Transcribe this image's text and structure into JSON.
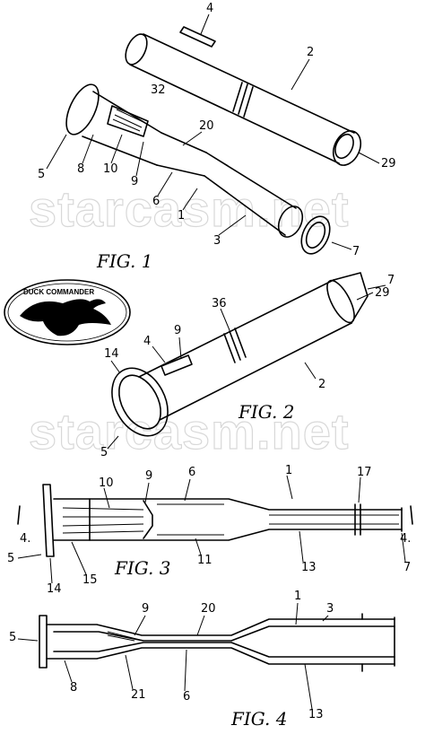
{
  "watermark": "starcasm.net",
  "logo": {
    "text": "DUCK COMMANDER"
  },
  "figures": [
    {
      "id": "fig1",
      "label": "FIG. 1"
    },
    {
      "id": "fig2",
      "label": "FIG. 2"
    },
    {
      "id": "fig3",
      "label": "FIG. 3"
    },
    {
      "id": "fig4",
      "label": "FIG. 4"
    }
  ],
  "refs": {
    "fig1": [
      "4",
      "2",
      "32",
      "20",
      "29",
      "5",
      "8",
      "10",
      "9",
      "6",
      "1",
      "3",
      "7"
    ],
    "fig2": [
      "7",
      "29",
      "36",
      "9",
      "4",
      "14",
      "2",
      "5"
    ],
    "fig3": [
      "1",
      "17",
      "10",
      "9",
      "6",
      "4.",
      "4.",
      "5",
      "11",
      "13",
      "7",
      "14",
      "15"
    ],
    "fig4": [
      "1",
      "20",
      "3",
      "9",
      "5",
      "8",
      "21",
      "6",
      "13"
    ]
  }
}
